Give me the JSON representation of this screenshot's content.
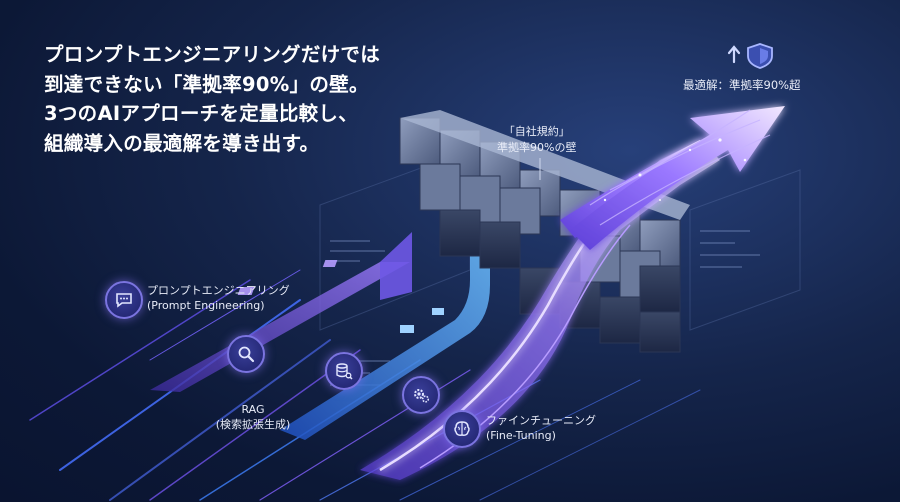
{
  "headline": {
    "lines": [
      "プロンプトエンジニアリングだけでは",
      "到達できない「準拠率90%」の壁。",
      "3つのAIアプローチを定量比較し、",
      "組織導入の最適解を導き出す。"
    ]
  },
  "goal": {
    "label": "最適解：準拠率90%超",
    "icons": [
      "arrow-up-icon",
      "shield-icon"
    ]
  },
  "wall": {
    "lines": [
      "「自社規約」",
      "準拠率90%の壁"
    ]
  },
  "approaches": [
    {
      "icon": "chat-bubble-icon",
      "line1": "プロンプトエンジニアリング",
      "line2": "(Prompt Engineering)"
    },
    {
      "icon": "magnifier-icon",
      "line1": "RAG",
      "line2": "(検索拡張生成)"
    },
    {
      "icon": "brain-icon",
      "line1": "ファインチューニング",
      "line2": "(Fine-Tuning)"
    }
  ],
  "extra_icons": [
    "database-search-icon",
    "gears-icon"
  ],
  "colors": {
    "background": "#15254b",
    "accent_purple": "#8b6cff",
    "accent_blue": "#4aa3ff",
    "wall": "#7f8fb0"
  }
}
